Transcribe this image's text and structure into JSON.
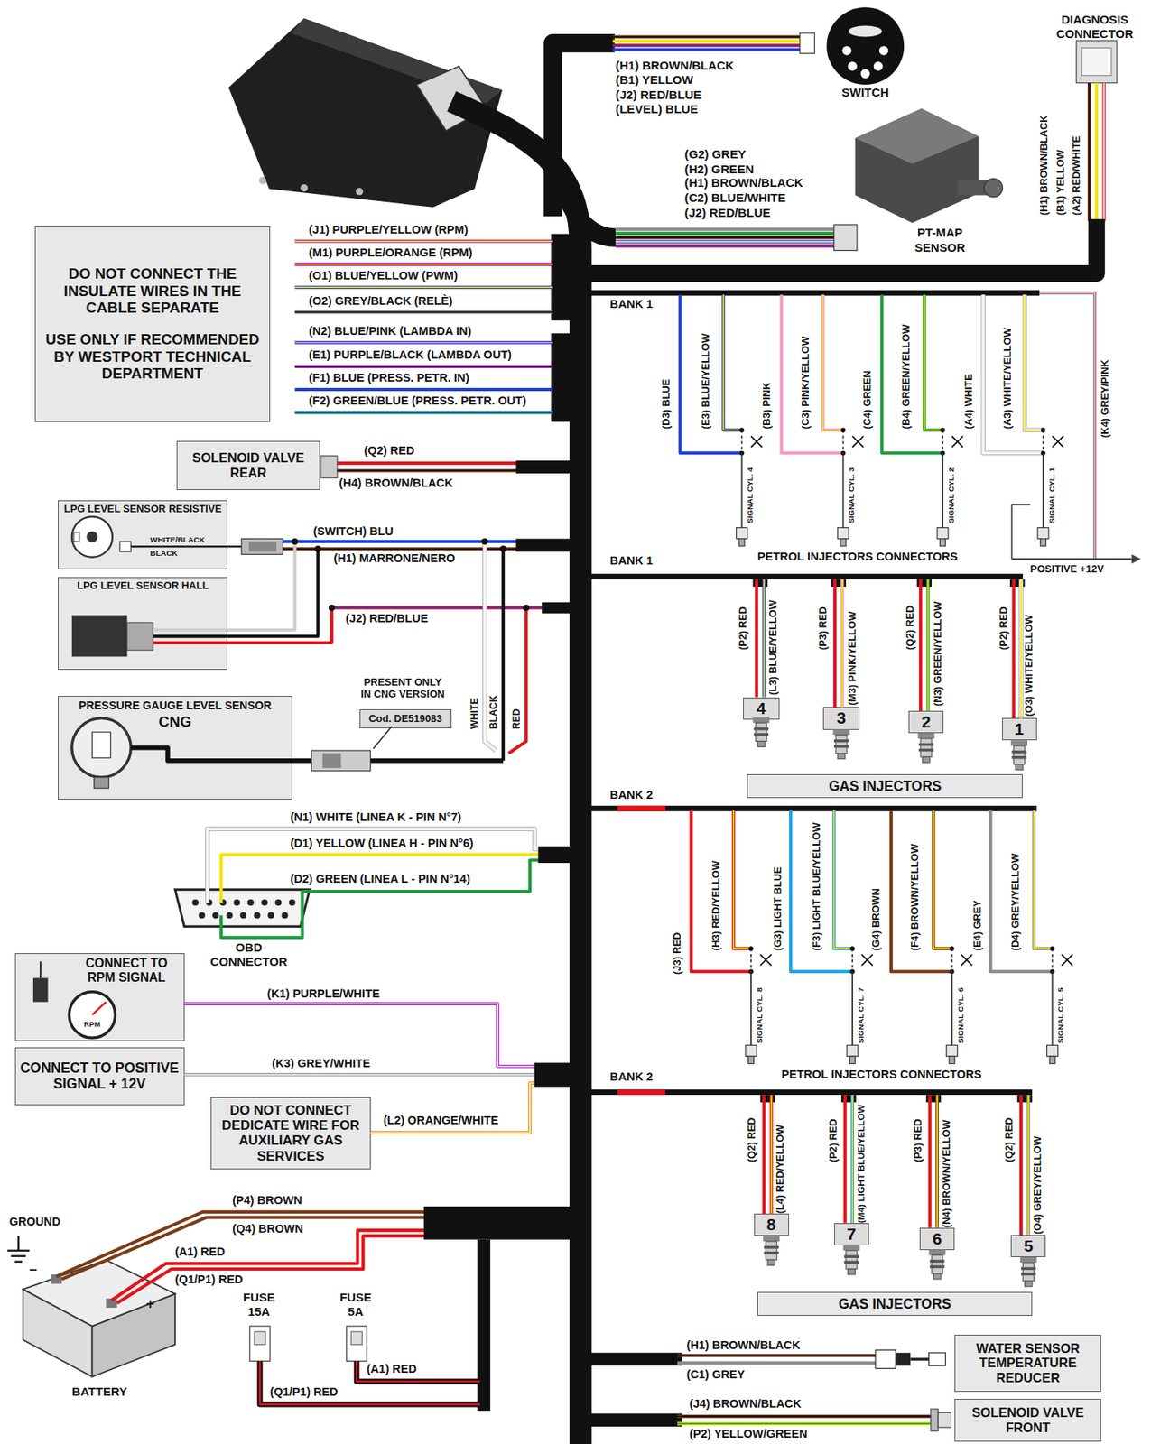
{
  "diagram": {
    "nodes": [
      {
        "text": [
          "DO NOT CONNECT THE INSULATE WIRES IN THE CABLE SEPARATE",
          "USE ONLY IF RECOMMENDED BY WESTPORT TECHNICAL DEPARTMENT"
        ]
      },
      {
        "text": [
          "SOLENOID VALVE REAR"
        ]
      },
      {
        "text": [
          "LPG LEVEL SENSOR RESISTIVE"
        ]
      },
      {
        "text": [
          "LPG LEVEL SENSOR HALL"
        ]
      },
      {
        "text": [
          "PRESSURE GAUGE LEVEL SENSOR",
          "CNG"
        ]
      },
      {
        "text": [
          "Cod. DE519083"
        ]
      },
      {
        "text": [
          "CONNECT TO RPM SIGNAL"
        ]
      },
      {
        "text": [
          "CONNECT TO POSITIVE SIGNAL + 12V"
        ]
      },
      {
        "text": [
          "DO NOT CONNECT DEDICATE WIRE FOR AUXILIARY GAS SERVICES"
        ]
      },
      {
        "text": [
          "4"
        ]
      },
      {
        "text": [
          "3"
        ]
      },
      {
        "text": [
          "2"
        ]
      },
      {
        "text": [
          "1"
        ]
      },
      {
        "text": [
          "GAS INJECTORS"
        ]
      },
      {
        "text": [
          "8"
        ]
      },
      {
        "text": [
          "7"
        ]
      },
      {
        "text": [
          "6"
        ]
      },
      {
        "text": [
          "5"
        ]
      },
      {
        "text": [
          "GAS INJECTORS"
        ]
      },
      {
        "text": [
          "WATER SENSOR TEMPERATURE REDUCER"
        ]
      },
      {
        "text": [
          "SOLENOID VALVE FRONT"
        ]
      }
    ],
    "labels": [
      "(H1) BROWN/BLACK",
      "(B1) YELLOW",
      "(J2) RED/BLUE",
      "(LEVEL) BLUE",
      "SWITCH",
      "DIAGNOSIS CONNECTOR",
      "(H1) BROWN/BLACK",
      "(B1) YELLOW",
      "(A2) RED/WHITE",
      "(G2) GREY",
      "(H2) GREEN",
      "(H1) BROWN/BLACK",
      "(C2) BLUE/WHITE",
      "(J2) RED/BLUE",
      "PT-MAP SENSOR",
      "(J1) PURPLE/YELLOW (RPM)",
      "(M1) PURPLE/ORANGE (RPM)",
      "(O1) BLUE/YELLOW (PWM)",
      "(O2) GREY/BLACK (RELÈ)",
      "(N2) BLUE/PINK (LAMBDA IN)",
      "(E1) PURPLE/BLACK (LAMBDA OUT)",
      "(F1) BLUE (PRESS. PETR. IN)",
      "(F2) GREEN/BLUE (PRESS. PETR. OUT)",
      "(Q2) RED",
      "(H4) BROWN/BLACK",
      "WHITE/BLACK",
      "BLACK",
      "(SWITCH) BLU",
      "(H1) MARRONE/NERO",
      "(J2) RED/BLUE",
      "PRESENT ONLY IN CNG VERSION",
      "WHITE",
      "BLACK",
      "RED",
      "(N1) WHITE (LINEA K - PIN N°7)",
      "(D1) YELLOW (LINEA H - PIN N°6)",
      "(D2) GREEN (LINEA L - PIN N°14)",
      "OBD CONNECTOR",
      "RPM",
      "(K1) PURPLE/WHITE",
      "(K3) GREY/WHITE",
      "(L2) ORANGE/WHITE",
      "(P4) BROWN",
      "(Q4) BROWN",
      "(A1) RED",
      "(Q1/P1) RED",
      "GROUND",
      "BATTERY",
      "+",
      "–",
      "FUSE 15A",
      "FUSE 5A",
      "(A1) RED",
      "(Q1/P1) RED",
      "BANK 1",
      "(D3) BLUE",
      "(E3) BLUE/YELLOW",
      "(B3) PINK",
      "(C3) PINK/YELLOW",
      "(C4) GREEN",
      "(B4) GREEN/YELLOW",
      "(A4) WHITE",
      "(A3) WHITE/YELLOW",
      "(K4) GREY/PINK",
      "SIGNAL CYL. 4",
      "SIGNAL CYL. 3",
      "SIGNAL CYL. 2",
      "SIGNAL CYL. 1",
      "PETROL INJECTORS CONNECTORS",
      "POSITIVE +12V",
      "BANK 1",
      "(P2) RED",
      "(L3) BLUE/YELLOW",
      "(P3) RED",
      "(M3) PINK/YELLOW",
      "(Q2) RED",
      "(N3) GREEN/YELLOW",
      "(P2) RED",
      "(O3) WHITE/YELLOW",
      "BANK 2",
      "(J3) RED",
      "(H3) RED/YELLOW",
      "(G3) LIGHT BLUE",
      "(F3) LIGHT BLUE/YELLOW",
      "(G4) BROWN",
      "(F4) BROWN/YELLOW",
      "(E4) GREY",
      "(D4) GREY/YELLOW",
      "SIGNAL CYL. 8",
      "SIGNAL CYL. 7",
      "SIGNAL CYL. 6",
      "SIGNAL CYL. 5",
      "PETROL INJECTORS CONNECTORS",
      "BANK 2",
      "(Q2) RED",
      "(L4) RED/YELLOW",
      "(P2) RED",
      "(M4) LIGHT BLUE/YELLOW",
      "(P3) RED",
      "(N4) BROWN/YELLOW",
      "(Q2) RED",
      "(O4) GREY/YELLOW",
      "(H1) BROWN/BLACK",
      "(C1) GREY",
      "(J4) BROWN/BLACK",
      "(P2) YELLOW/GREEN"
    ]
  }
}
